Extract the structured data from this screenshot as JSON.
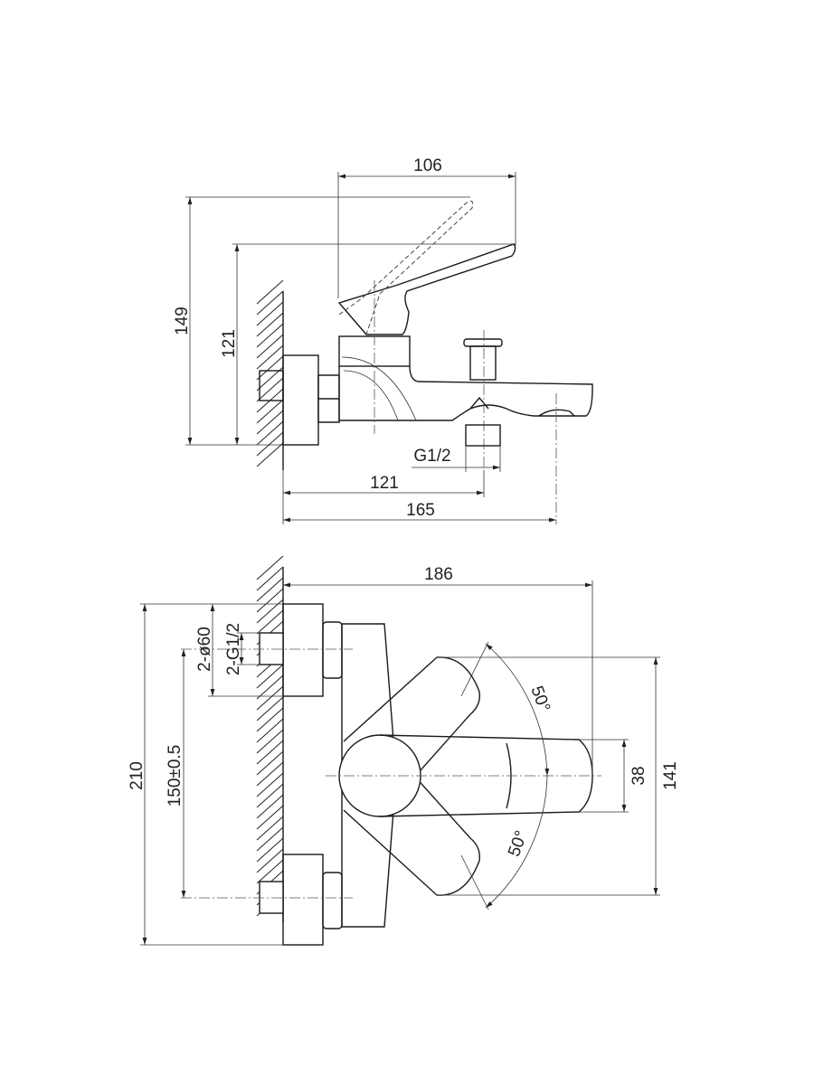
{
  "side_view": {
    "dims": {
      "lever_reach": "106",
      "height_raised": "149",
      "height_lever": "121",
      "outlet_thread": "G1/2",
      "outlet_position": "121",
      "spout_length": "165"
    }
  },
  "front_view": {
    "dims": {
      "depth": "186",
      "total_height": "210",
      "flange_diameter": "2-ø60",
      "inlet_thread": "2-G1/2",
      "inlet_spacing": "150±0.5",
      "lever_angle_up": "50°",
      "lever_angle_down": "50°",
      "lever_width": "38",
      "lever_swing": "141"
    }
  }
}
